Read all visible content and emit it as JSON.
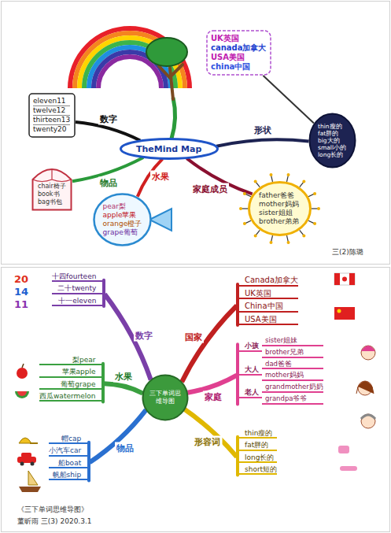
{
  "diagram": {
    "caption": "《三下单词思维导图》",
    "nodes": [
      {
        "text": [
          "TheMind Map"
        ]
      },
      {
        "text": [
          "eleven11",
          "twelve12",
          "thirteen13",
          "twenty20"
        ]
      },
      {
        "text": [
          "chair椅子",
          "book书",
          "bag书包"
        ]
      },
      {
        "text": [
          "pear梨",
          "apple苹果",
          "orange橙子",
          "grape葡萄"
        ]
      },
      {
        "text": [
          "UK英国",
          "canada加拿大",
          "USA美国",
          "china中国"
        ]
      },
      {
        "text": [
          "thin瘦的",
          "fat胖的",
          "big大的",
          "small小的",
          "long长的"
        ]
      },
      {
        "text": [
          "father爸爸",
          "mother妈妈",
          "sister姐姐",
          "brother弟弟"
        ]
      },
      {
        "text": [
          "三下单词思维导图"
        ]
      },
      {
        "text": [
          "十四fourteen",
          "二十twenty",
          "十一eleven"
        ]
      },
      {
        "text": [
          "梨pear",
          "苹果apple",
          "葡萄grape",
          "西瓜watermelon"
        ]
      },
      {
        "text": [
          "帽cap",
          "小汽车car",
          "船boat",
          "帆船ship"
        ]
      },
      {
        "text": [
          "Canada加拿大",
          "UK英国",
          "China中国",
          "USA美国"
        ]
      },
      {
        "text": [
          "小孩",
          "sister姐妹",
          "brother兄弟",
          "大人",
          "dad爸爸",
          "mother妈妈",
          "老人",
          "grandmother奶奶",
          "grandpa爷爷"
        ]
      },
      {
        "text": [
          "thin瘦的",
          "fat胖的",
          "long长的",
          "short短的"
        ]
      }
    ],
    "edges": [
      {
        "from": 0,
        "to": 1,
        "arrow": "none",
        "label": "数字"
      },
      {
        "from": 0,
        "to": 2,
        "arrow": "none",
        "label": "物品"
      },
      {
        "from": 0,
        "to": 3,
        "arrow": "none",
        "label": "水果"
      },
      {
        "from": 0,
        "to": 5,
        "arrow": "none",
        "label": "形状"
      },
      {
        "from": 0,
        "to": 6,
        "arrow": "none",
        "label": "家庭成员"
      },
      {
        "from": 5,
        "to": 4,
        "arrow": "none"
      },
      {
        "from": 7,
        "to": 8,
        "arrow": "none",
        "label": "数字"
      },
      {
        "from": 7,
        "to": 9,
        "arrow": "none",
        "label": "水果"
      },
      {
        "from": 7,
        "to": 10,
        "arrow": "none",
        "label": "物品"
      },
      {
        "from": 7,
        "to": 11,
        "arrow": "none",
        "label": "国家"
      },
      {
        "from": 7,
        "to": 12,
        "arrow": "none",
        "label": "家庭"
      },
      {
        "from": 7,
        "to": 13,
        "arrow": "none",
        "label": "形容词"
      }
    ],
    "labels": [
      "三(2)陈璐",
      "20",
      "14",
      "11",
      "董昕雨 三(3) 2020.3.1"
    ]
  }
}
